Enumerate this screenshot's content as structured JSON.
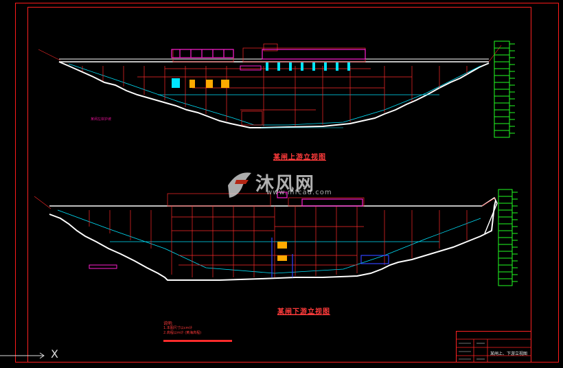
{
  "drawing": {
    "upper_caption": "某闸上游立视图",
    "lower_caption": "某闸下游立视图",
    "upper_note": "某闸左岸护坡",
    "notes": {
      "heading": "说明:",
      "lines": [
        "1.本图尺寸以cm计",
        "2.高程以m计 (黄海高程)"
      ]
    },
    "title_block": {
      "drawing_title": "某闸上、下游立视图"
    }
  },
  "watermark": {
    "brand": "沐风网",
    "url": "www.mfcad.com"
  },
  "ucs": {
    "axis_label": "X"
  },
  "colors": {
    "background": "#000000",
    "frame": "#ff2222",
    "structure": "#ff2a2a",
    "magenta": "#ff1fd0",
    "cyan": "#00e5ff",
    "outline": "#ffffff",
    "orange": "#ff8a1f",
    "scale_bar": "#22ff22"
  }
}
